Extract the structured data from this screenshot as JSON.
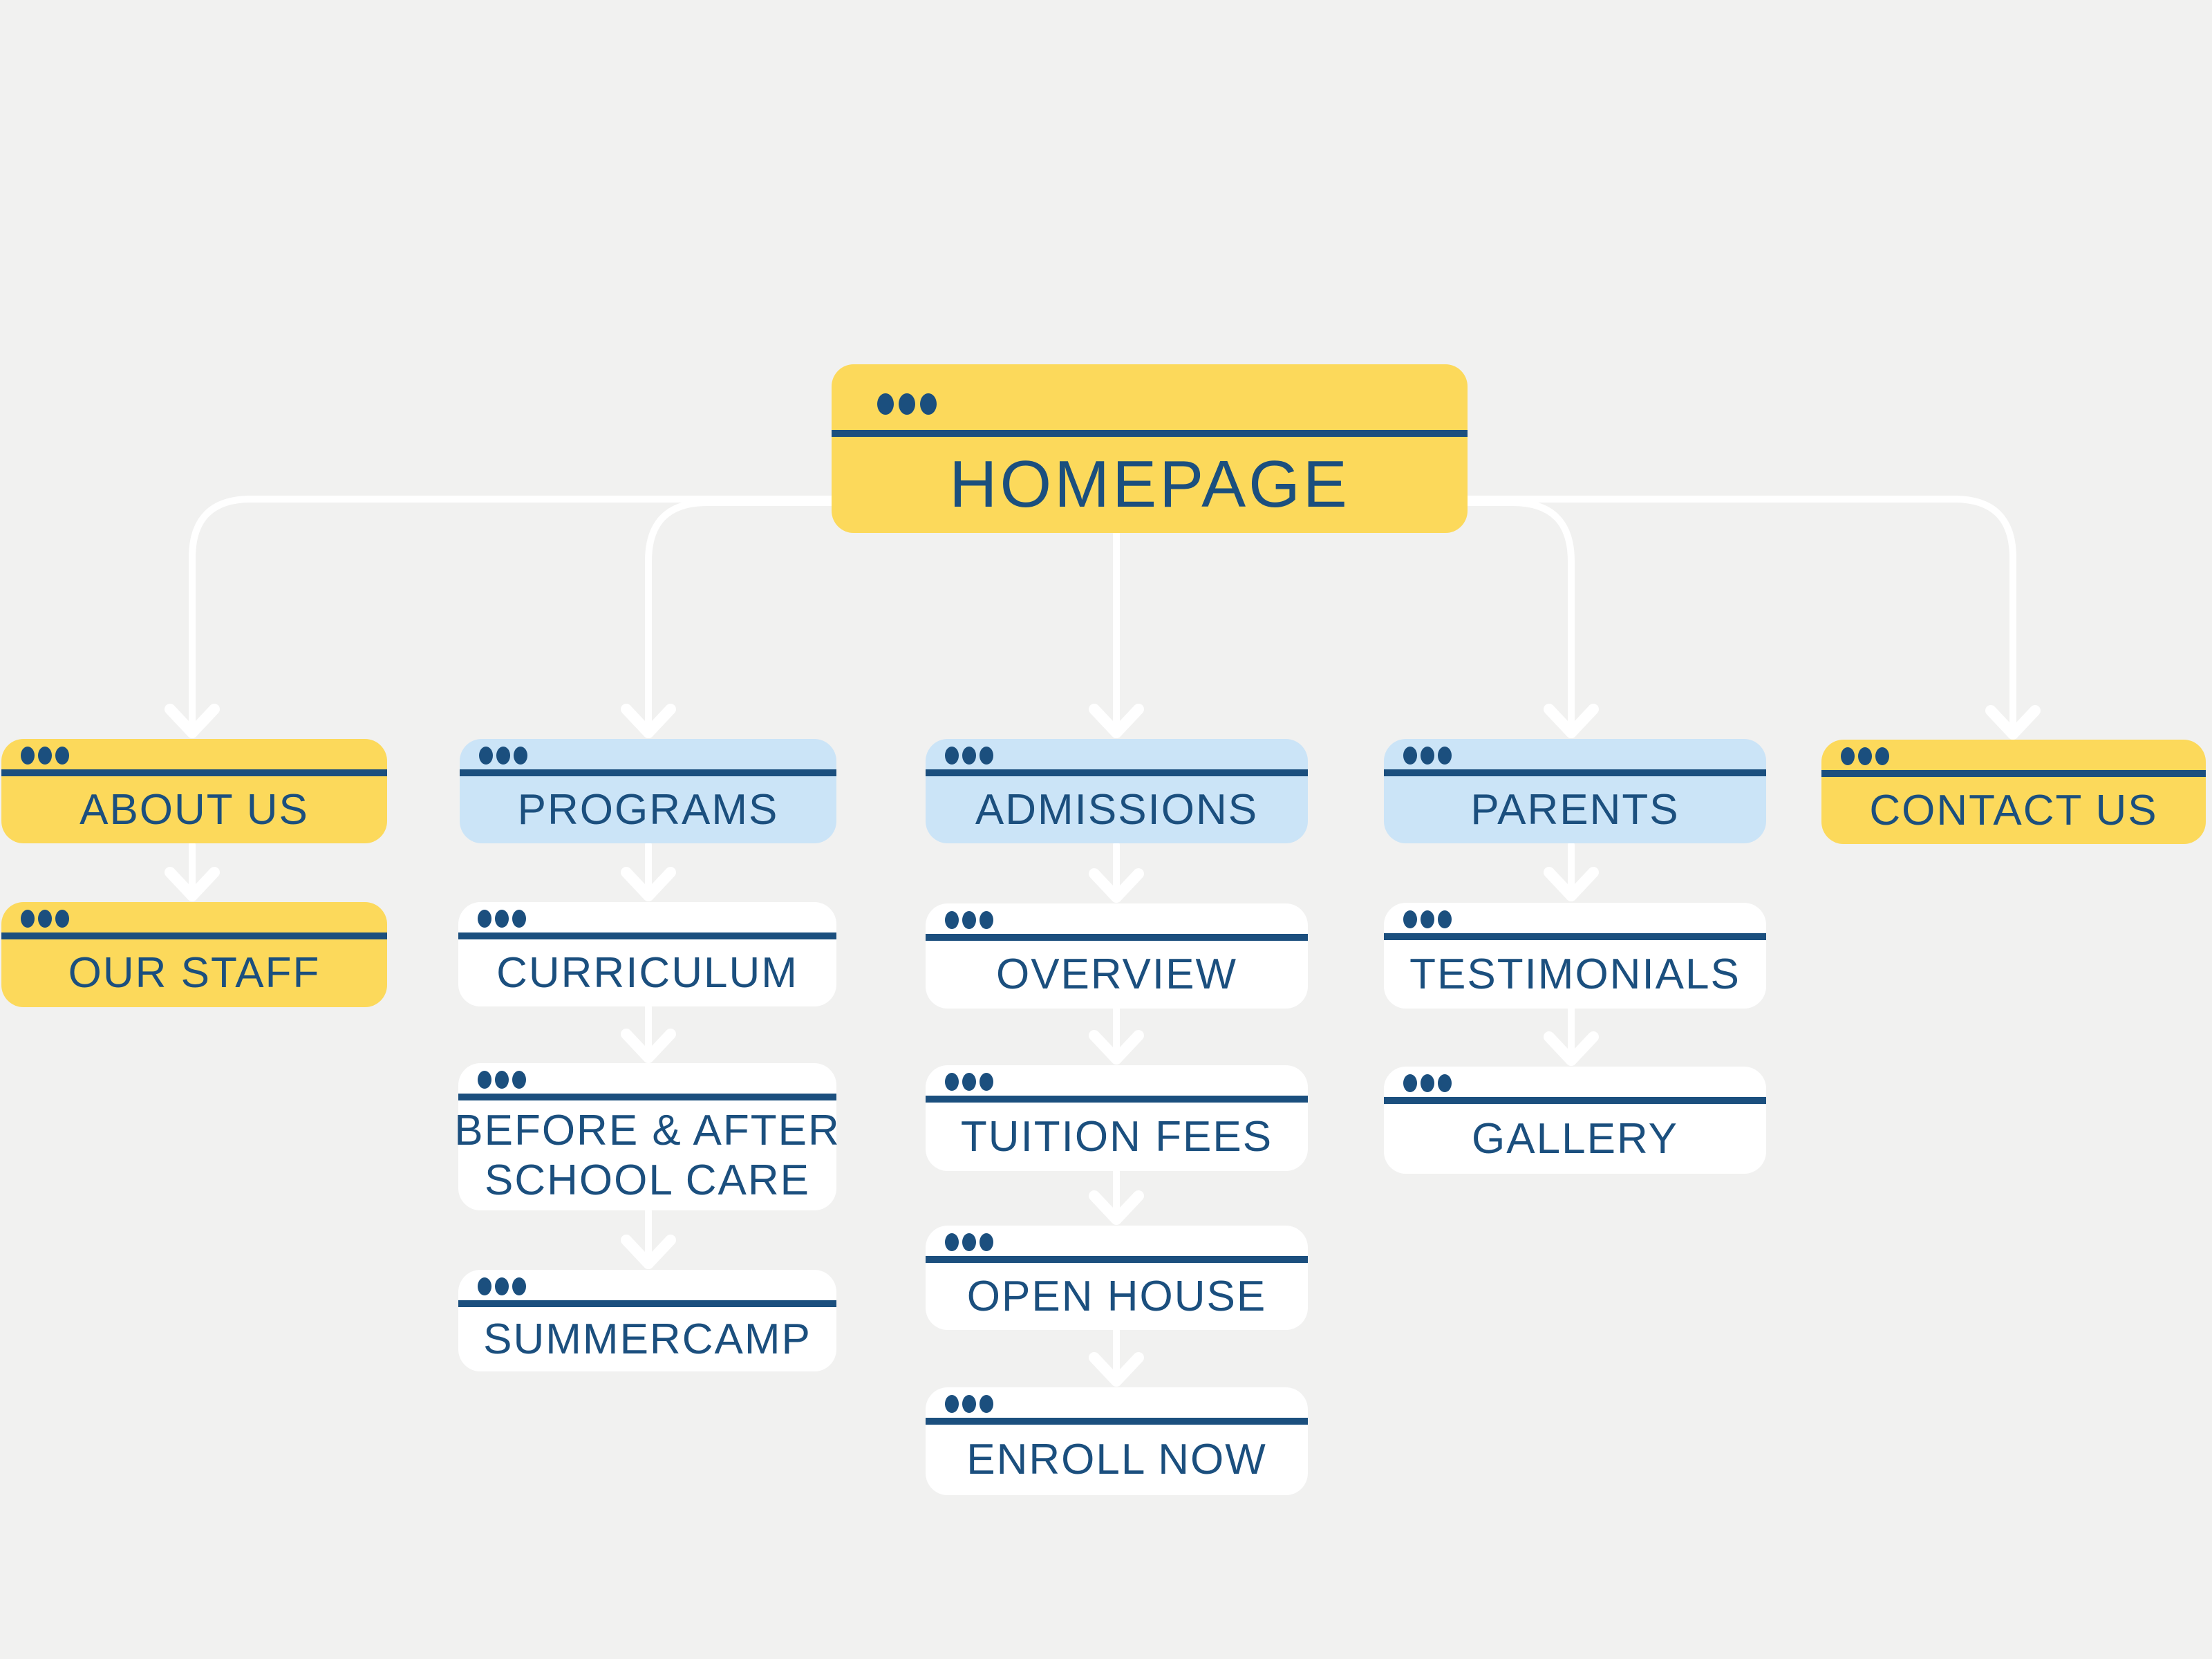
{
  "diagram": {
    "type": "website-sitemap-flowchart",
    "colors": {
      "yellow": "#FCD95B",
      "light_blue": "#CBE4F7",
      "navy": "#1B4F7E",
      "background": "#F1F1F0",
      "card_white": "#FFFFFF",
      "connector_white": "#FFFFFF"
    },
    "nodes": {
      "homepage": {
        "label": "HOMEPAGE",
        "variant": "yellow"
      },
      "about_us": {
        "label": "ABOUT US",
        "variant": "yellow"
      },
      "our_staff": {
        "label": "OUR STAFF",
        "variant": "yellow"
      },
      "programs": {
        "label": "PROGRAMS",
        "variant": "blue"
      },
      "curriculum": {
        "label": "CURRICULUM",
        "variant": "white"
      },
      "before_after": {
        "label": "BEFORE & AFTER SCHOOL CARE",
        "line1": "BEFORE & AFTER",
        "line2": "SCHOOL CARE",
        "variant": "white"
      },
      "summercamp": {
        "label": "SUMMERCAMP",
        "variant": "white"
      },
      "admissions": {
        "label": "ADMISSIONS",
        "variant": "blue"
      },
      "overview": {
        "label": "OVERVIEW",
        "variant": "white"
      },
      "tuition_fees": {
        "label": "TUITION FEES",
        "variant": "white"
      },
      "open_house": {
        "label": "OPEN HOUSE",
        "variant": "white"
      },
      "enroll_now": {
        "label": "ENROLL NOW",
        "variant": "white"
      },
      "parents": {
        "label": "PARENTS",
        "variant": "blue"
      },
      "testimonials": {
        "label": "TESTIMONIALS",
        "variant": "white"
      },
      "gallery": {
        "label": "GALLERY",
        "variant": "white"
      }
    },
    "edges": [
      [
        "homepage",
        "about_us"
      ],
      [
        "homepage",
        "programs"
      ],
      [
        "homepage",
        "admissions"
      ],
      [
        "homepage",
        "parents"
      ],
      [
        "homepage",
        "contact_us"
      ],
      [
        "about_us",
        "our_staff"
      ],
      [
        "programs",
        "curriculum"
      ],
      [
        "curriculum",
        "before_after"
      ],
      [
        "before_after",
        "summercamp"
      ],
      [
        "admissions",
        "overview"
      ],
      [
        "overview",
        "tuition_fees"
      ],
      [
        "tuition_fees",
        "open_house"
      ],
      [
        "open_house",
        "enroll_now"
      ],
      [
        "parents",
        "testimonials"
      ],
      [
        "testimonials",
        "gallery"
      ]
    ],
    "contact_us_label": "CONTACT US"
  }
}
